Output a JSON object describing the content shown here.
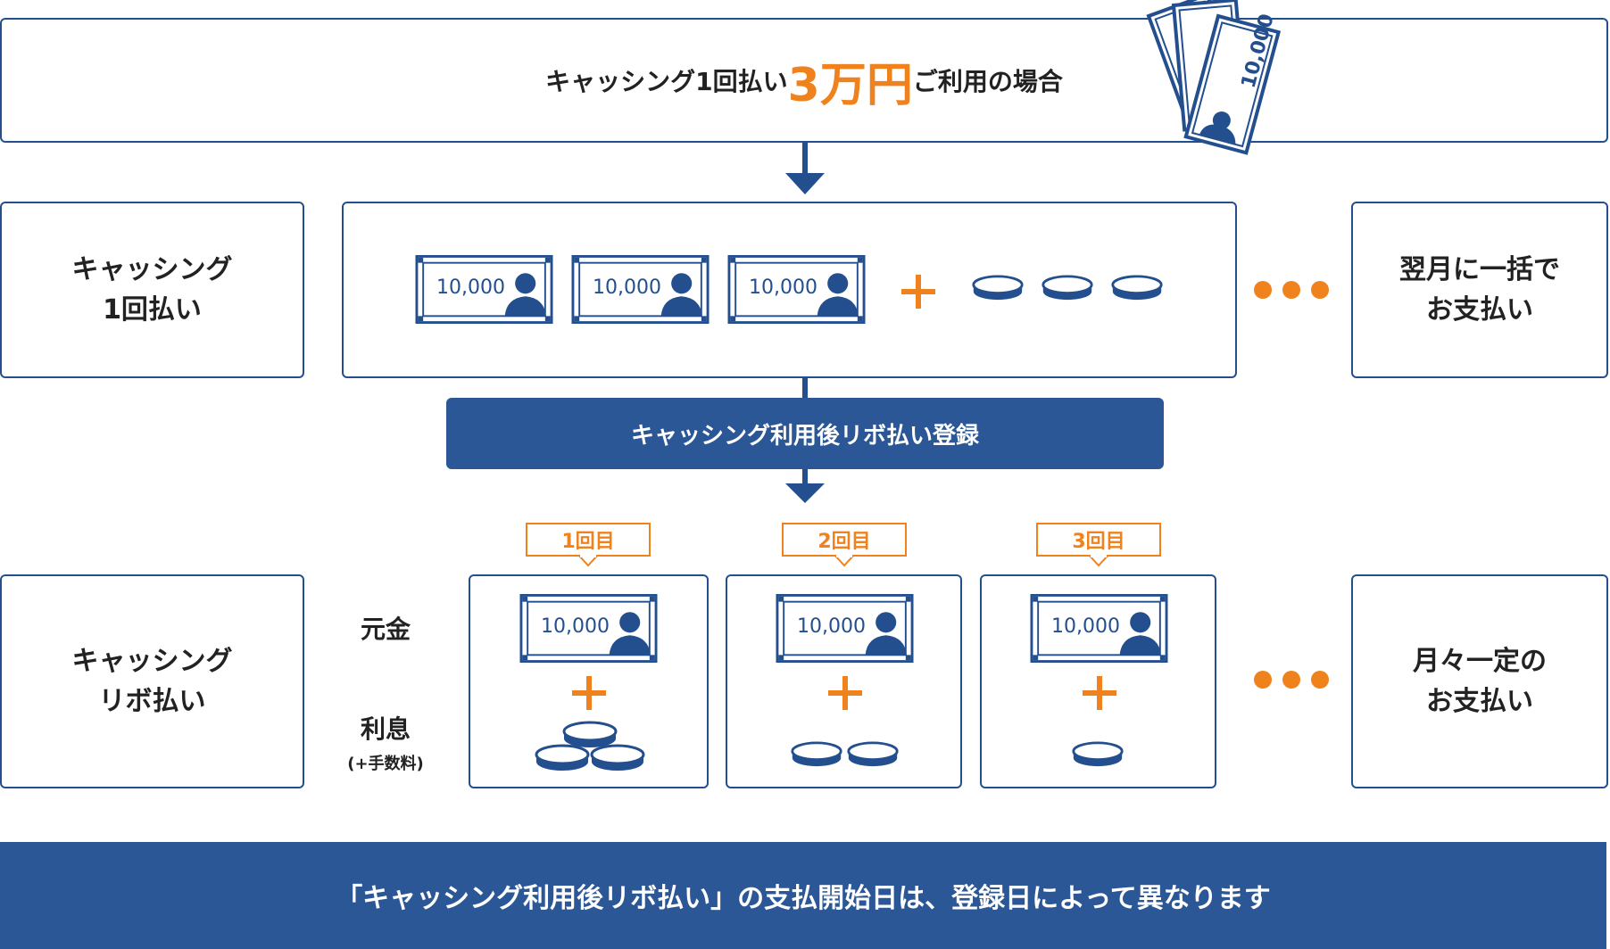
{
  "header": {
    "title_pre": "キャッシング1回払い",
    "title_amount": "3万円",
    "title_post": "ご利用の場合"
  },
  "note_value": "10,000",
  "lump_sum": {
    "label": "キャッシング\n1回払い",
    "result": "翌月に一括で\nお支払い"
  },
  "registration_bar": "キャッシング利用後リボ払い登録",
  "revolving": {
    "label": "キャッシング\nリボ払い",
    "principal_label": "元金",
    "interest_label": "利息",
    "interest_sub": "(+手数料)",
    "installments": [
      "1回目",
      "2回目",
      "3回目"
    ],
    "result": "月々一定の\nお支払い"
  },
  "footer": "「キャッシング利用後リボ払い」の支払開始日は、登録日によって異なります",
  "colors": {
    "navy": "#244f8f",
    "orange": "#f0821e",
    "bar": "#2b5796"
  }
}
